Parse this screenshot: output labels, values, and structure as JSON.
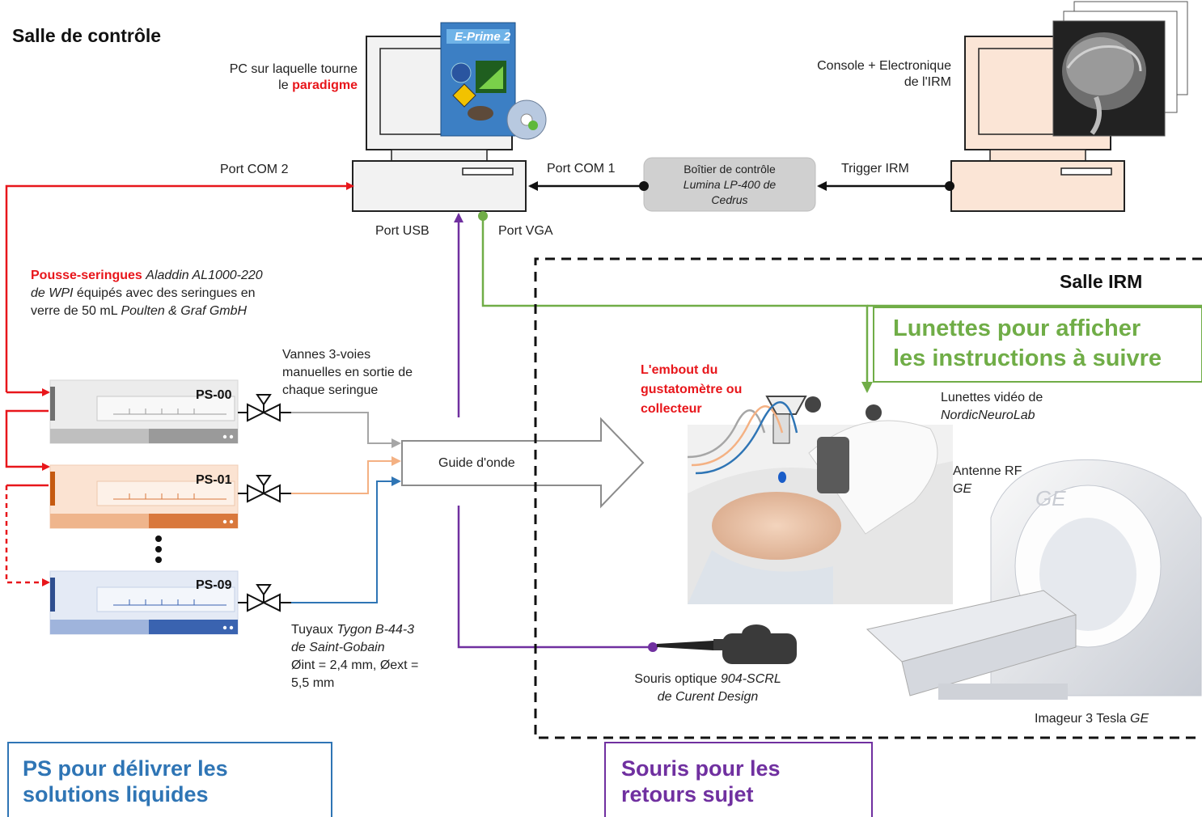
{
  "control_room": {
    "title": "Salle de contrôle",
    "pc_label_line1": "PC sur laquelle tourne",
    "pc_label_line2_prefix": "le ",
    "pc_label_highlight": "paradigme",
    "screen_logo_text": "E-Prime 2",
    "console_label_line1": "Console + Electronique",
    "console_label_line2": "de l'IRM"
  },
  "ports": {
    "com2": "Port COM 2",
    "com1": "Port COM 1",
    "usb": "Port USB",
    "vga": "Port VGA",
    "trigger": "Trigger IRM"
  },
  "control_box": {
    "line1": "Boîtier de contrôle",
    "line2": "Lumina LP-400 de",
    "line3": "Cedrus"
  },
  "syringe_desc": {
    "highlight": "Pousse-seringues",
    "model1": "Aladdin AL1000-220",
    "model2": "de WPI",
    "text2": " équipés avec des seringues en",
    "text3": "verre de 50 mL ",
    "maker": "Poulten & Graf  GmbH"
  },
  "pumps": [
    {
      "id": "PS-00",
      "color": "#9a9a9a"
    },
    {
      "id": "PS-01",
      "color": "#d9783c"
    },
    {
      "id": "PS-09",
      "color": "#3a63b0"
    }
  ],
  "valves_label": {
    "line1": "Vannes 3-voies",
    "line2": "manuelles en sortie de",
    "line3": "chaque seringue"
  },
  "tubes_label": {
    "prefix": "Tuyaux ",
    "model1": "Tygon B-44-3",
    "model2": "de Saint-Gobain",
    "line3": "Øint = 2,4 mm, Øext =",
    "line4": "5,5 mm"
  },
  "waveguide": "Guide d'onde",
  "mri_room": {
    "title": "Salle IRM",
    "goggles_box_line1": "Lunettes pour afficher",
    "goggles_box_line2": "les instructions à suivre",
    "tip_line1": "L'embout du",
    "tip_line2": "gustatomètre ou",
    "tip_line3": "collecteur",
    "video_goggles_line1": "Lunettes vidéo de",
    "video_goggles_line2": "NordicNeuroLab",
    "antenna_line1": "Antenne RF",
    "antenna_line2": "GE",
    "scanner_prefix": "Imageur 3 Tesla ",
    "scanner_brand": "GE"
  },
  "mouse_label": {
    "prefix": "Souris optique  ",
    "model": "904-SCRL",
    "maker": "de Curent Design"
  },
  "bottom_boxes": {
    "ps_line1": "PS pour délivrer les",
    "ps_line2": "solutions liquides",
    "mouse_line1": "Souris pour les",
    "mouse_line2": "retours sujet"
  },
  "colors": {
    "red": "#e8161b",
    "purple": "#7030a0",
    "green": "#70ad47",
    "blue": "#2f75b5",
    "orange": "#f4b183",
    "grey": "#a6a6a6"
  }
}
